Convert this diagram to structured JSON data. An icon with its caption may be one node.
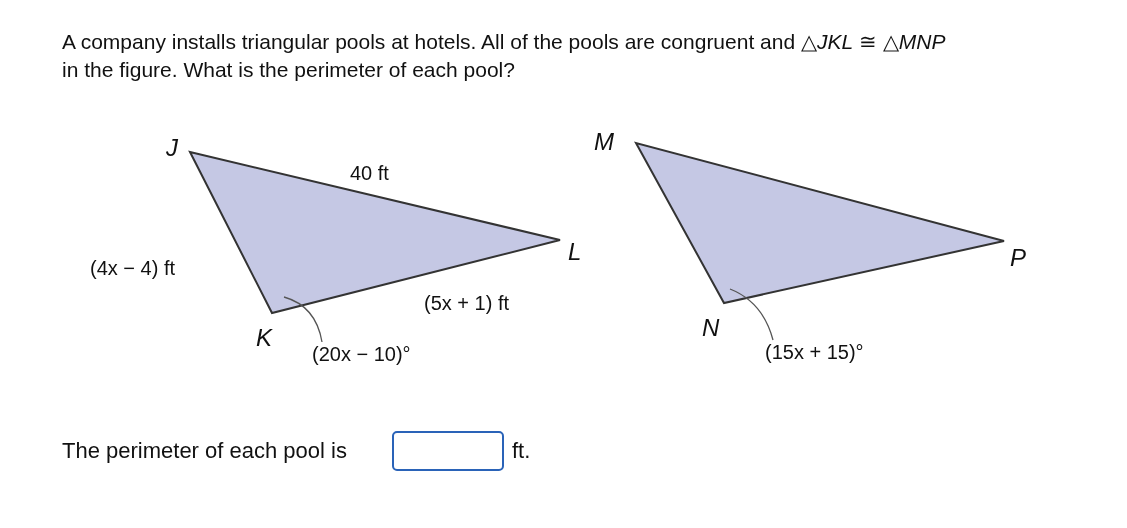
{
  "diagram": {
    "title": "A company installs triangular pools at hotels. All of the pools are congruent and △*JKL* ≅ △*MNP* in the figure. What is the perimeter of each pool?",
    "nodes": [
      {
        "text": [],
        "shape": "triangle",
        "beside": [
          "J",
          "L",
          "K"
        ]
      },
      {
        "text": [],
        "shape": "triangle",
        "beside": [
          "M",
          "N",
          "P"
        ]
      },
      {
        "text": [
          "(20x − 10)°"
        ]
      },
      {
        "text": [
          "(15x + 15)°"
        ]
      }
    ],
    "edges": [
      {
        "from": 2,
        "to": 0,
        "arrow": "none"
      },
      {
        "from": 3,
        "to": 1,
        "arrow": "none"
      }
    ],
    "labels": [
      "40 ft",
      "(4x − 4) ft",
      "(5x + 1) ft",
      "The perimeter of each pool is",
      "ft."
    ]
  }
}
